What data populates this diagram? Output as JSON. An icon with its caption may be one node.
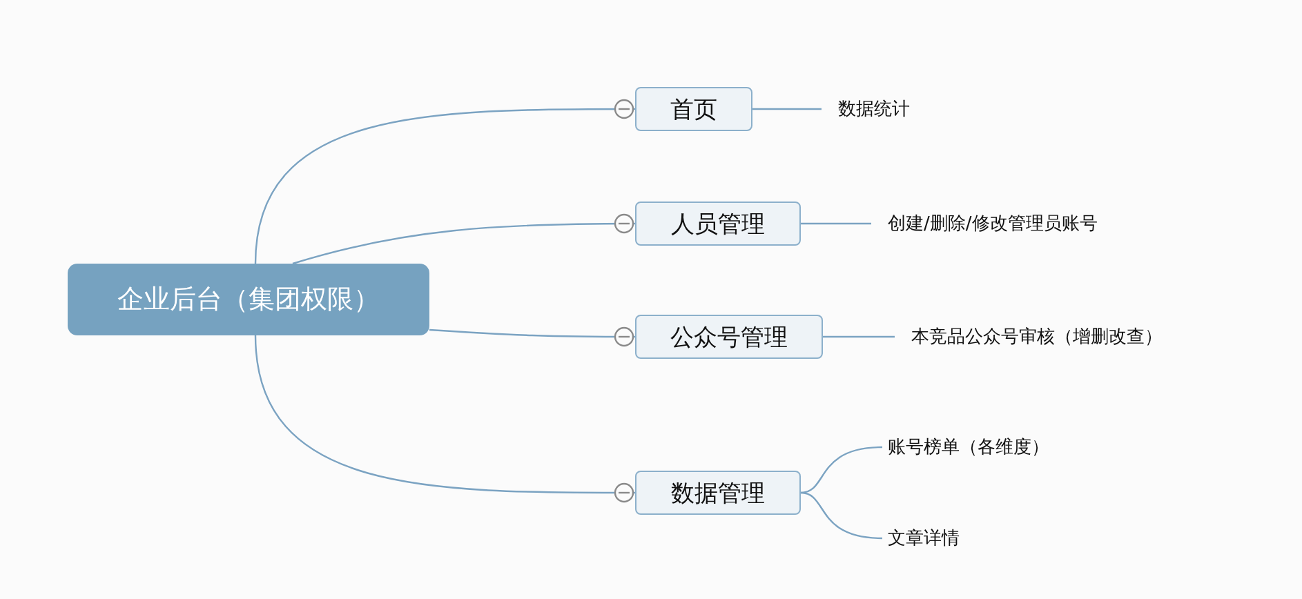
{
  "diagram": {
    "nodes": [
      {
        "text": [
          "企业后台（集团权限）"
        ]
      },
      {
        "text": [
          "首页"
        ]
      },
      {
        "text": [
          "人员管理"
        ]
      },
      {
        "text": [
          "公众号管理"
        ]
      },
      {
        "text": [
          "数据管理"
        ]
      },
      {
        "text": [
          "数据统计"
        ]
      },
      {
        "text": [
          "创建/删除/修改管理员账号"
        ]
      },
      {
        "text": [
          "本竞品公众号审核（增删改查）"
        ]
      },
      {
        "text": [
          "账号榜单（各维度）"
        ]
      },
      {
        "text": [
          "文章详情"
        ]
      }
    ],
    "edges": [
      {
        "from": 0,
        "to": 1,
        "arrow": "none"
      },
      {
        "from": 0,
        "to": 2,
        "arrow": "none"
      },
      {
        "from": 0,
        "to": 3,
        "arrow": "none"
      },
      {
        "from": 0,
        "to": 4,
        "arrow": "none"
      },
      {
        "from": 1,
        "to": 5,
        "arrow": "none"
      },
      {
        "from": 2,
        "to": 6,
        "arrow": "none"
      },
      {
        "from": 3,
        "to": 7,
        "arrow": "none"
      },
      {
        "from": 4,
        "to": 8,
        "arrow": "none"
      },
      {
        "from": 4,
        "to": 9,
        "arrow": "none"
      }
    ]
  }
}
